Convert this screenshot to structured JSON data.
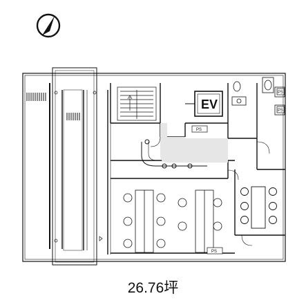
{
  "plan": {
    "elevator_label": "EV",
    "pipe_space_labels": [
      "PS",
      "PS",
      "PS",
      "PS"
    ],
    "area_label": "26.76坪",
    "north_arrow_icon": "north-arrow-icon",
    "colors": {
      "line": "#111111",
      "wall_fill": "#f2f2f2",
      "highlight": "#bdbdbd",
      "background": "#ffffff"
    }
  }
}
